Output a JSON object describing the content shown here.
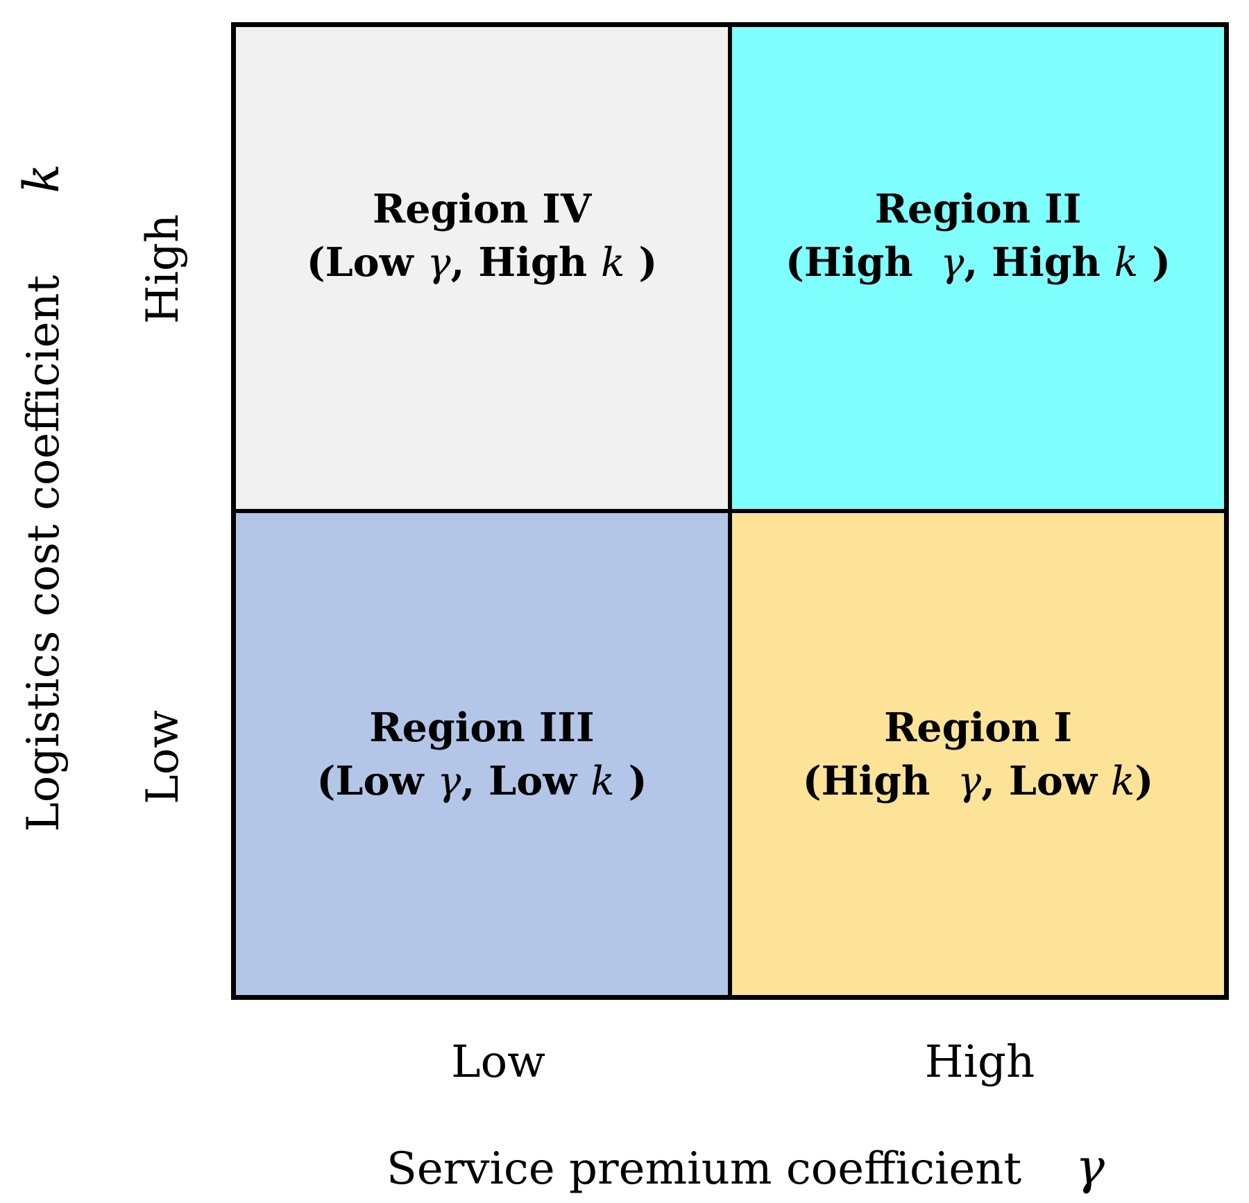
{
  "colors": {
    "region_iv": "#f1f1f1",
    "region_ii": "#80ffff",
    "region_iii": "#b4c6e7",
    "region_i": "#fde398",
    "border": "#000000"
  },
  "axes": {
    "x_title": "Service premium coefficient",
    "x_symbol": "γ",
    "y_title": "Logistics cost coefficient",
    "y_symbol": "k",
    "x_ticks": [
      "Low",
      "High"
    ],
    "y_ticks": [
      "High",
      "Low"
    ]
  },
  "regions": {
    "iv": {
      "name": "Region IV",
      "open": "(Low ",
      "sym1": "γ",
      "mid": ", High ",
      "sym2": "k",
      "close": " )"
    },
    "ii": {
      "name": "Region II",
      "open": "(High  ",
      "sym1": "γ",
      "mid": ", High ",
      "sym2": "k",
      "close": " )"
    },
    "iii": {
      "name": "Region III",
      "open": "(Low ",
      "sym1": "γ",
      "mid": ", Low ",
      "sym2": "k",
      "close": " )"
    },
    "i": {
      "name": "Region I",
      "open": "(High  ",
      "sym1": "γ",
      "mid": ", Low ",
      "sym2": "k",
      "close": ")"
    }
  }
}
